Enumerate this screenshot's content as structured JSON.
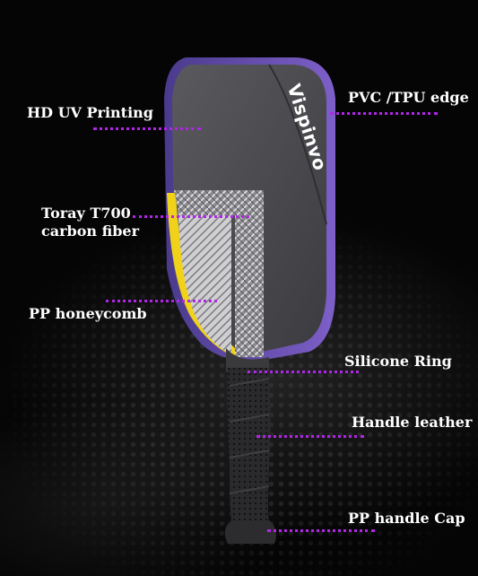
{
  "brand": "Vispinvo",
  "colors": {
    "accent": "#b026e8",
    "edge": "#6a4fb0",
    "face": "#4a4a4d",
    "core": "#f0d21a",
    "background": "#000000"
  },
  "labels": {
    "hd_uv_printing": "HD UV Printing",
    "pvc_tpu_edge": "PVC /TPU edge",
    "toray_carbon": "Toray T700 carbon fiber",
    "pp_honeycomb": "PP honeycomb",
    "silicone_ring": "Silicone Ring",
    "handle_leather": "Handle leather",
    "pp_handle_cap": "PP handle Cap"
  }
}
